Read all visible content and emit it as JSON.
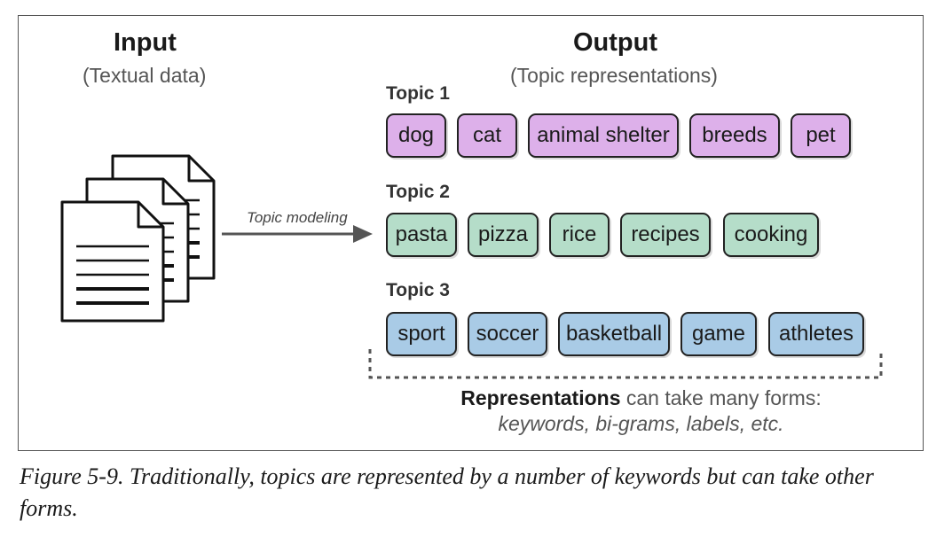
{
  "input": {
    "title": "Input",
    "subtitle": "(Textual data)"
  },
  "output": {
    "title": "Output",
    "subtitle": "(Topic representations)"
  },
  "arrow_label": "Topic modeling",
  "topics": [
    {
      "label": "Topic 1",
      "color": "#ddb0ea",
      "keywords": [
        "dog",
        "cat",
        "animal shelter",
        "breeds",
        "pet"
      ]
    },
    {
      "label": "Topic 2",
      "color": "#b5ddc9",
      "keywords": [
        "pasta",
        "pizza",
        "rice",
        "recipes",
        "cooking"
      ]
    },
    {
      "label": "Topic 3",
      "color": "#a9cbe6",
      "keywords": [
        "sport",
        "soccer",
        "basketball",
        "game",
        "athletes"
      ]
    }
  ],
  "representations": {
    "bold": "Representations",
    "rest": " can take many forms:",
    "examples": "keywords, bi-grams, labels, etc."
  },
  "caption": "Figure 5-9. Traditionally, topics are represented by a number of keywords but can take other forms."
}
